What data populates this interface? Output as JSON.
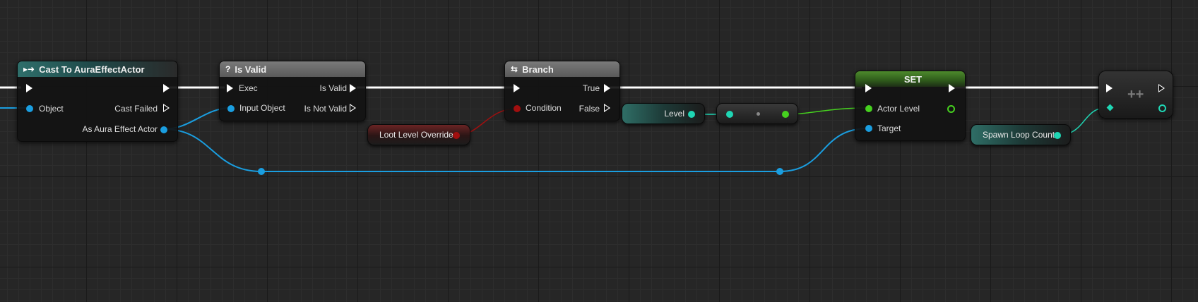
{
  "colors": {
    "exec": "#ffffff",
    "object_pin": "#1a9ee0",
    "bool_pin": "#a10f0f",
    "int_pin": "#1fd6b4",
    "float_pin": "#46d11f"
  },
  "nodes": {
    "cast": {
      "title": "Cast To AuraEffectActor",
      "icon": "cast-icon",
      "pins": {
        "object": "Object",
        "cast_failed": "Cast Failed",
        "as_actor": "As Aura Effect Actor"
      }
    },
    "isvalid": {
      "title": "Is Valid",
      "icon": "question-icon",
      "pins": {
        "exec": "Exec",
        "input_object": "Input Object",
        "is_valid": "Is Valid",
        "is_not_valid": "Is Not Valid"
      }
    },
    "branch": {
      "title": "Branch",
      "icon": "branch-icon",
      "pins": {
        "condition": "Condition",
        "true": "True",
        "false": "False"
      }
    },
    "set": {
      "title": "SET",
      "pins": {
        "actor_level": "Actor Level",
        "target": "Target"
      }
    },
    "increment": {
      "title": "++"
    }
  },
  "variables": {
    "loot_level_override": "Loot Level Override",
    "level": "Level",
    "spawn_loop_count": "Spawn Loop Count"
  }
}
